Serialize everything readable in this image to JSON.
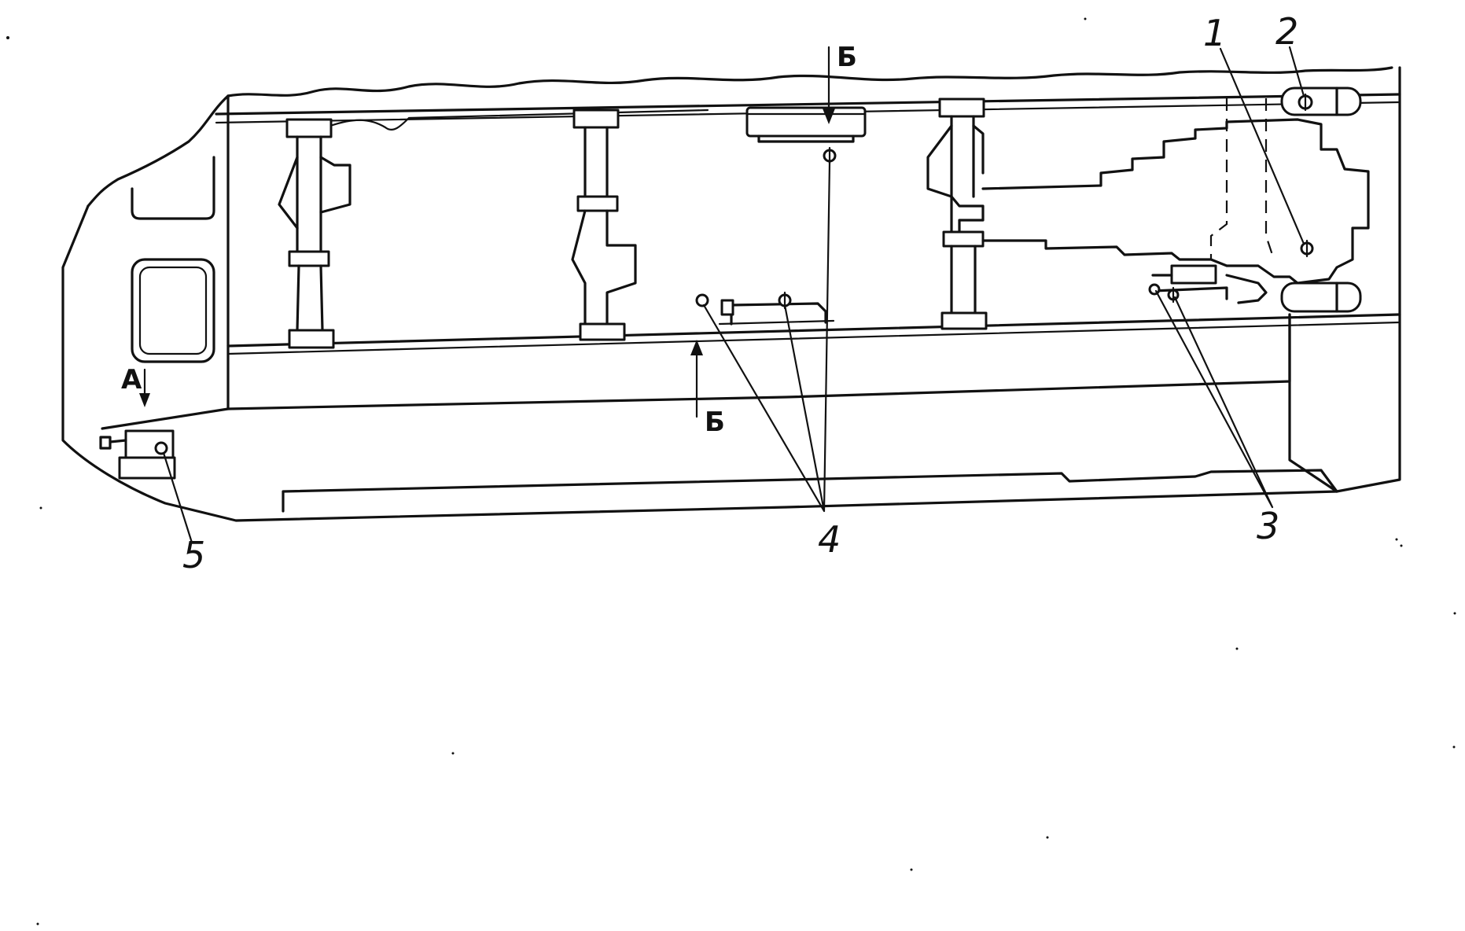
{
  "callouts": [
    {
      "id": "1",
      "label": "1"
    },
    {
      "id": "2",
      "label": "2"
    },
    {
      "id": "3",
      "label": "3"
    },
    {
      "id": "4",
      "label": "4"
    },
    {
      "id": "5",
      "label": "5"
    }
  ],
  "view_marks": {
    "a": "А",
    "b_top": "Б",
    "b_bottom": "Б"
  },
  "colors": {
    "ink": "#111111",
    "paper": "#ffffff"
  }
}
